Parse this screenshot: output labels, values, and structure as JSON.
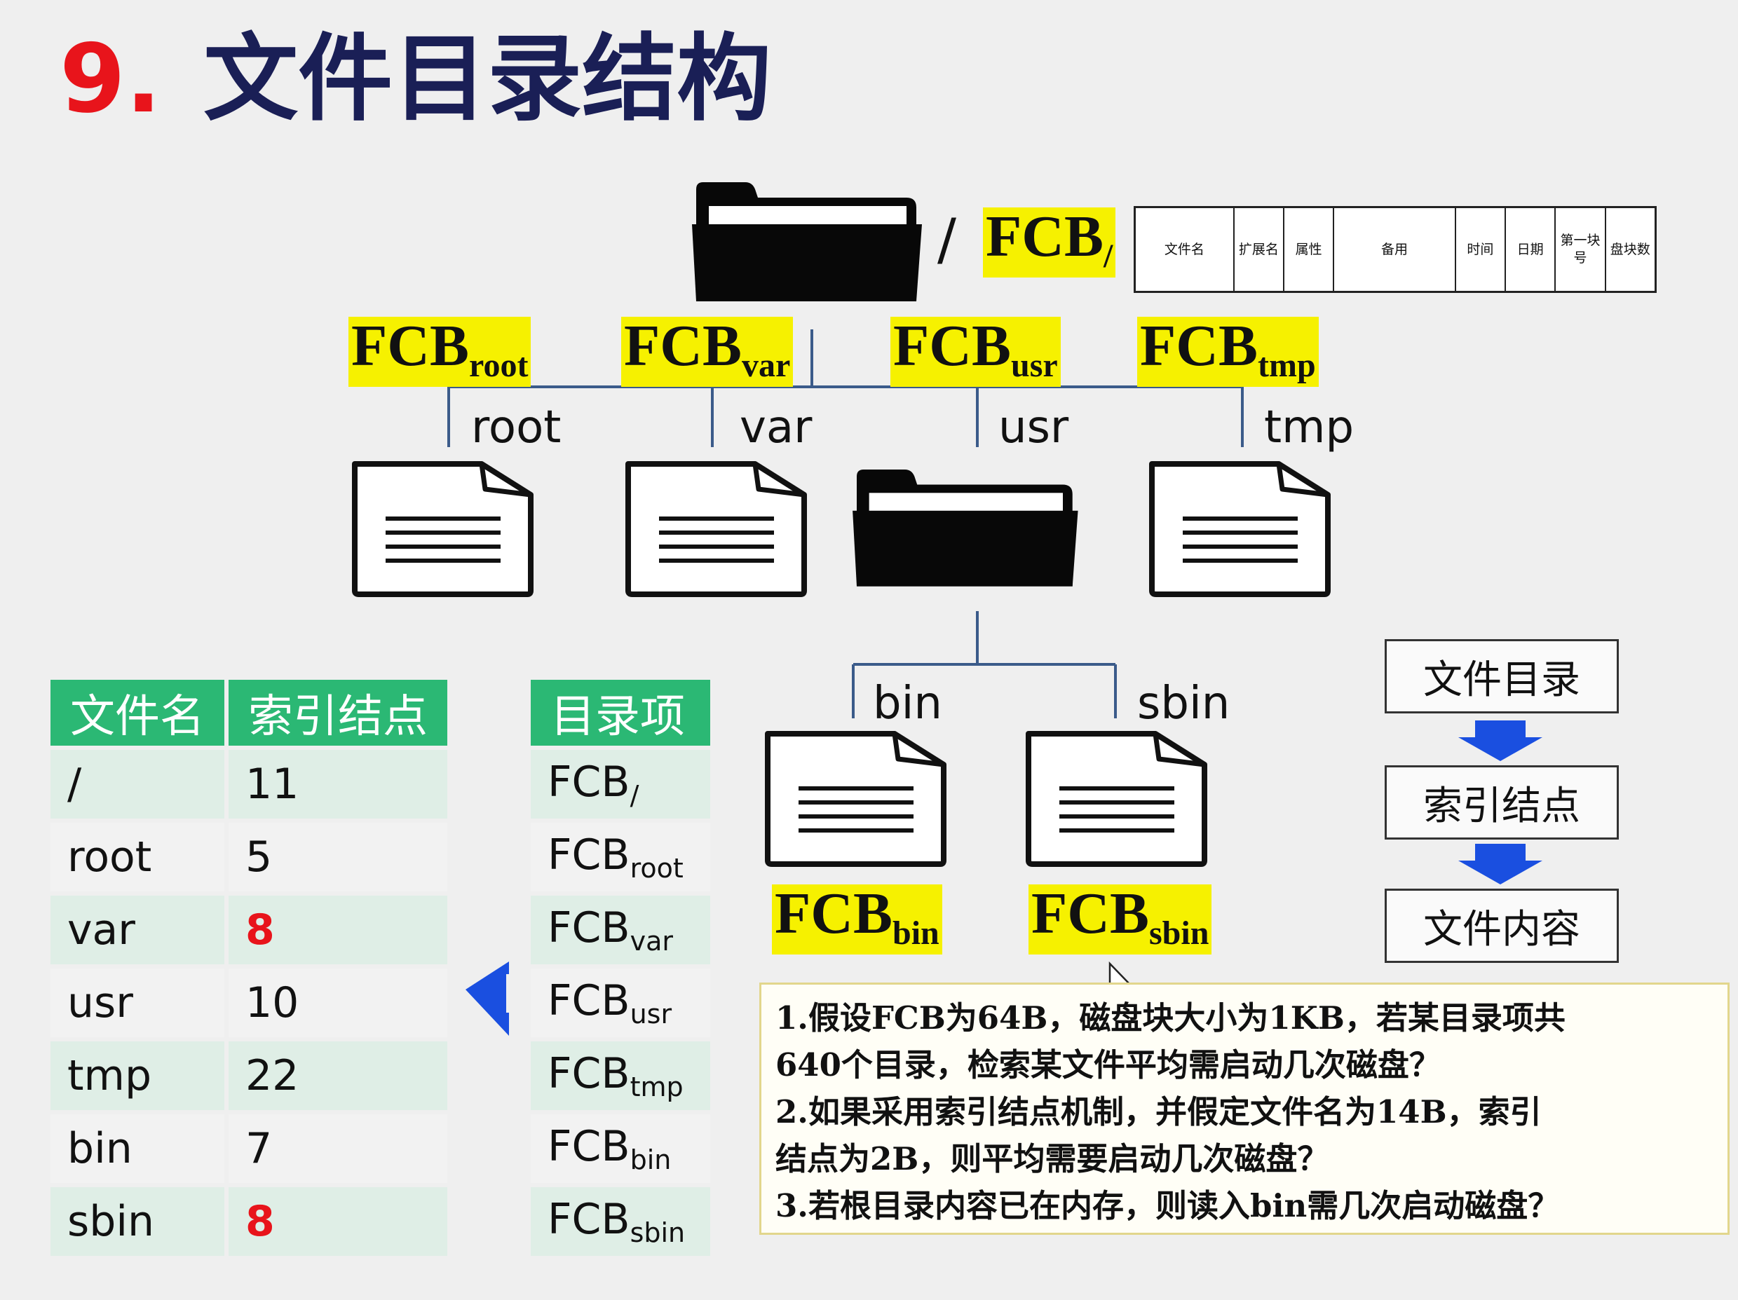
{
  "title": {
    "number": "9.",
    "text": "文件目录结构"
  },
  "root": {
    "slash": "/",
    "fcb_base": "FCB",
    "fcb_sub": "/"
  },
  "fcb_fields": [
    "文件名",
    "扩展名",
    "属性",
    "备用",
    "时间",
    "日期",
    "第一块号",
    "盘块数"
  ],
  "level1": [
    {
      "name": "root",
      "fcb_base": "FCB",
      "fcb_sub": "root"
    },
    {
      "name": "var",
      "fcb_base": "FCB",
      "fcb_sub": "var"
    },
    {
      "name": "usr",
      "fcb_base": "FCB",
      "fcb_sub": "usr"
    },
    {
      "name": "tmp",
      "fcb_base": "FCB",
      "fcb_sub": "tmp"
    }
  ],
  "level2": [
    {
      "name": "bin",
      "fcb_base": "FCB",
      "fcb_sub": "bin"
    },
    {
      "name": "sbin",
      "fcb_base": "FCB",
      "fcb_sub": "sbin"
    }
  ],
  "index_table": {
    "headers": [
      "文件名",
      "索引结点"
    ],
    "rows": [
      {
        "name": "/",
        "inode": "11",
        "highlight": false
      },
      {
        "name": "root",
        "inode": "5",
        "highlight": false
      },
      {
        "name": "var",
        "inode": "8",
        "highlight": true
      },
      {
        "name": "usr",
        "inode": "10",
        "highlight": false
      },
      {
        "name": "tmp",
        "inode": "22",
        "highlight": false
      },
      {
        "name": "bin",
        "inode": "7",
        "highlight": false
      },
      {
        "name": "sbin",
        "inode": "8",
        "highlight": true
      }
    ]
  },
  "dir_table": {
    "header": "目录项",
    "rows": [
      {
        "base": "FCB",
        "sub": "/"
      },
      {
        "base": "FCB",
        "sub": "root"
      },
      {
        "base": "FCB",
        "sub": "var"
      },
      {
        "base": "FCB",
        "sub": "usr"
      },
      {
        "base": "FCB",
        "sub": "tmp"
      },
      {
        "base": "FCB",
        "sub": "bin"
      },
      {
        "base": "FCB",
        "sub": "sbin"
      }
    ]
  },
  "flow": [
    "文件目录",
    "索引结点",
    "文件内容"
  ],
  "questions": [
    "1.假设FCB为64B，磁盘块大小为1KB，若某目录项共",
    "640个目录，检索某文件平均需启动几次磁盘？",
    "2.如果采用索引结点机制，并假定文件名为14B，索引",
    "结点为2B，则平均需要启动几次磁盘？",
    "3.若根目录内容已在内存，则读入bin需几次启动磁盘？"
  ],
  "colors": {
    "title_number": "#e8141b",
    "title_text": "#1a1f56",
    "fcb_highlight": "#f6f100",
    "table_header": "#2bb874",
    "arrow": "#1a4fe0",
    "line": "#3b5b8a"
  }
}
